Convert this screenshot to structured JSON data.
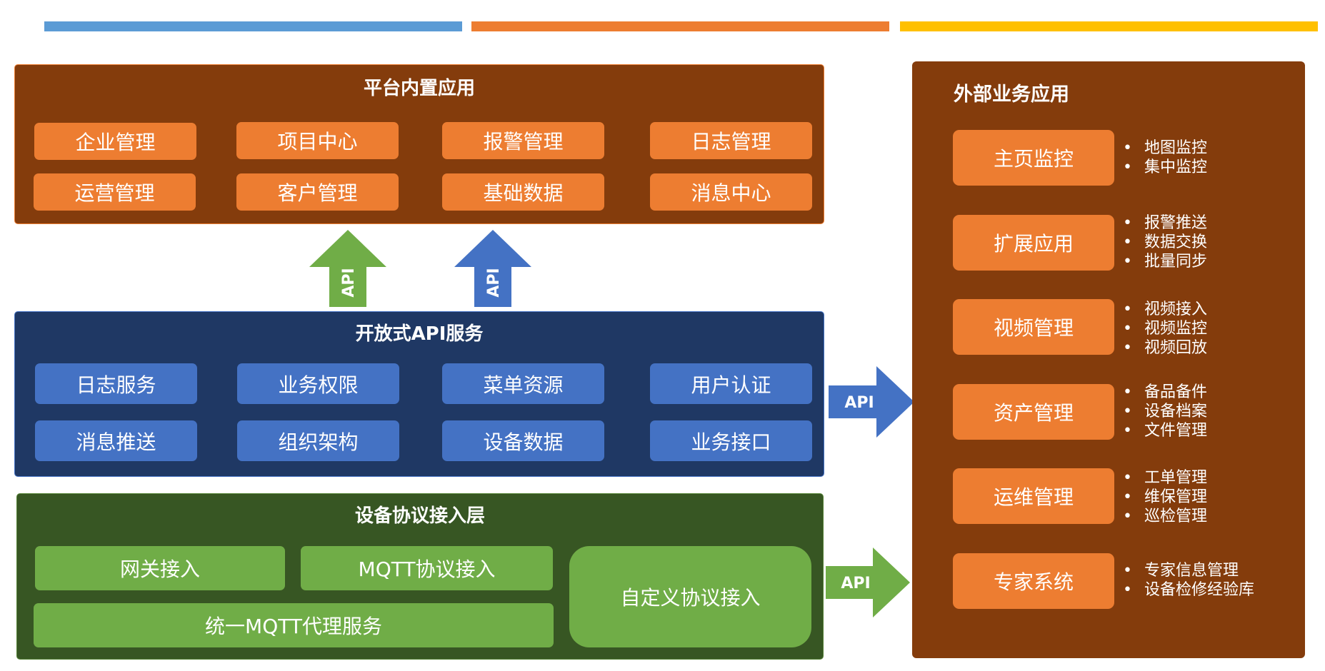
{
  "colors": {
    "bar_blue": "#5B9BD5",
    "bar_orange": "#ED7D31",
    "bar_yellow": "#FFC000",
    "platform_bg": "#843C0C",
    "api_bg": "#1F3864",
    "device_bg": "#375623",
    "external_bg": "#843C0C",
    "orange_btn": "#ED7D31",
    "blue_btn": "#4472C4",
    "green_btn": "#70AD47"
  },
  "platform": {
    "title": "平台内置应用",
    "items": [
      "企业管理",
      "项目中心",
      "报警管理",
      "日志管理",
      "运营管理",
      "客户管理",
      "基础数据",
      "消息中心"
    ]
  },
  "arrows": {
    "up_green": "API",
    "up_blue": "API",
    "right_blue": "API",
    "right_green": "API"
  },
  "api_service": {
    "title": "开放式API服务",
    "items": [
      "日志服务",
      "业务权限",
      "菜单资源",
      "用户认证",
      "消息推送",
      "组织架构",
      "设备数据",
      "业务接口"
    ]
  },
  "device_layer": {
    "title": "设备协议接入层",
    "gateway": "网关接入",
    "mqtt": "MQTT协议接入",
    "unified": "统一MQTT代理服务",
    "custom": "自定义协议接入"
  },
  "external": {
    "title": "外部业务应用",
    "groups": [
      {
        "label": "主页监控",
        "bullets": [
          "地图监控",
          "集中监控"
        ]
      },
      {
        "label": "扩展应用",
        "bullets": [
          "报警推送",
          "数据交换",
          "批量同步"
        ]
      },
      {
        "label": "视频管理",
        "bullets": [
          "视频接入",
          "视频监控",
          "视频回放"
        ]
      },
      {
        "label": "资产管理",
        "bullets": [
          "备品备件",
          "设备档案",
          "文件管理"
        ]
      },
      {
        "label": "运维管理",
        "bullets": [
          "工单管理",
          "维保管理",
          "巡检管理"
        ]
      },
      {
        "label": "专家系统",
        "bullets": [
          "专家信息管理",
          "设备检修经验库"
        ]
      }
    ]
  }
}
